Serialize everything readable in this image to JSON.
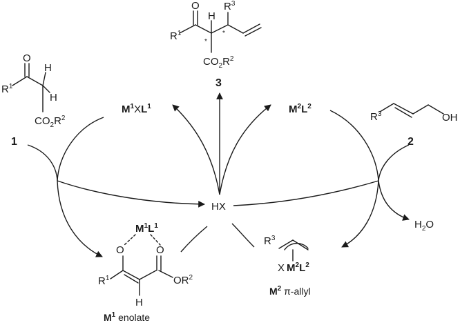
{
  "compounds": {
    "ketoester": {
      "number": "1",
      "r1": "R",
      "r1_sup": "1",
      "oxygen": "O",
      "h_top": "H",
      "h_bottom": "H",
      "ester_group": "CO",
      "ester_sub": "2",
      "ester_r": "R",
      "ester_sup": "2"
    },
    "allyl_alcohol": {
      "number": "2",
      "r3": "R",
      "r3_sup": "3",
      "hydroxyl": "OH"
    },
    "product": {
      "number": "3",
      "r1": "R",
      "r1_sup": "1",
      "oxygen": "O",
      "h": "H",
      "r3": "R",
      "r3_sup": "3",
      "stereo_mark": "*",
      "ester_group": "CO",
      "ester_sub": "2",
      "ester_r": "R",
      "ester_sup": "2"
    }
  },
  "catalysts": {
    "m1_complex": {
      "m": "M",
      "m_sup": "1",
      "x": "X",
      "l": "L",
      "l_sup": "1"
    },
    "m2_complex": {
      "m": "M",
      "m_sup": "2",
      "l": "L",
      "l_sup": "2"
    }
  },
  "intermediates": {
    "m1_enolate": {
      "m": "M",
      "m_sup": "1",
      "l": "L",
      "l_sup": "1",
      "oxygen": "O",
      "r1": "R",
      "r1_sup": "1",
      "h": "H",
      "ester": "OR",
      "ester_sup": "2",
      "caption_m": "M",
      "caption_sup": "1",
      "caption_text": " enolate"
    },
    "m2_allyl": {
      "r3": "R",
      "r3_sup": "3",
      "x": "X",
      "m": "M",
      "m_sup": "2",
      "l": "L",
      "l_sup": "2",
      "caption_m": "M",
      "caption_sup": "2",
      "caption_text": " π-allyl"
    }
  },
  "species": {
    "hx": "HX",
    "water": "H",
    "water_sub": "2",
    "water_o": "O"
  }
}
